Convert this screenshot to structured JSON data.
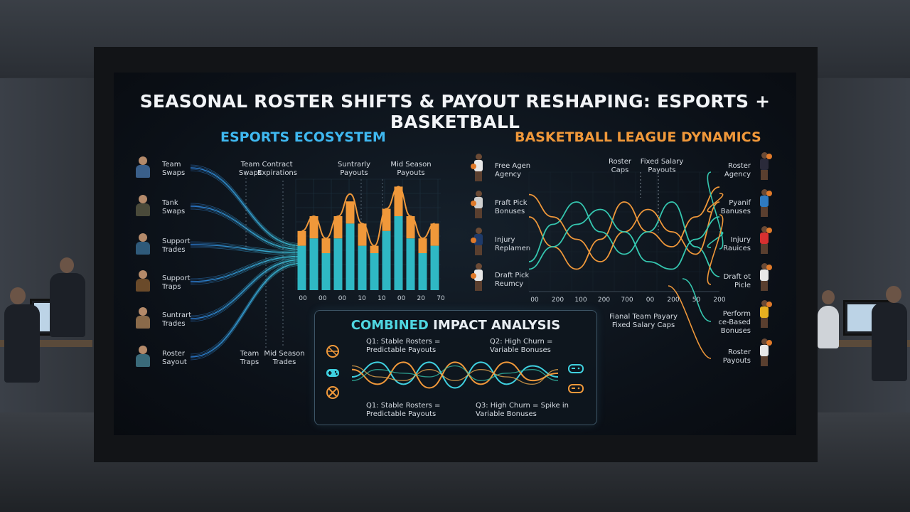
{
  "title": "SEASONAL ROSTER SHIFTS & PAYOUT RESHAPING: ESPORTS + BASKETBALL",
  "colors": {
    "cyan": "#3fd0e0",
    "blue": "#2f86e8",
    "orange": "#f0983a",
    "teal": "#35c7b0"
  },
  "esports": {
    "heading": "ESPORTS ECOSYSTEM",
    "left_labels": [
      "Team\nSwaps",
      "Tank\nSwaps",
      "Support\nTrades",
      "Support\nTraps",
      "Suntrart\nTrades",
      "Roster\nSayout"
    ],
    "top_labels": [
      "Team\nSwaps",
      "Contract\nExpirations",
      "Suntrarly\nPayouts",
      "Mid Season\nPayouts"
    ],
    "bottom_labels": [
      "Team\nTraps",
      "Mid Season\nTrades"
    ]
  },
  "basketball": {
    "heading": "BASKETBALL LEAGUE DYNAMICS",
    "left_labels": [
      "Free Agen\nAgency",
      "Fraft Pick\nBonuses",
      "Injury\nReplamen",
      "Draft Pick\nReumcy"
    ],
    "top_labels": [
      "Roster\nCaps",
      "Fixed Salary\nPayouts"
    ],
    "right_labels": [
      "Roster\nAgency",
      "Pyanif\nBanuses",
      "Injury\nRauices",
      "Draft ot\nPicle",
      "Perform\nce-Based\nBonuses",
      "Roster\nPayouts"
    ],
    "bottom_note": "Fianal Team Payary\nFixed Salary Caps"
  },
  "combined": {
    "heading_accent": "COMBINED",
    "heading_rest": " IMPACT ANALYSIS",
    "notes": [
      "Q1: Stable Rosters =\nPredictable Payouts",
      "Q2: High Churn =\nVariable Bonuses",
      "Q1: Stable Rosters =\nPredictable Payouts",
      "Q3: High Churn = Spike in\nVariable Bonuses"
    ]
  },
  "chart_data": [
    {
      "type": "bar",
      "title": "ESPORTS ECOSYSTEM",
      "categories": [
        "00",
        "00",
        "00",
        "10",
        "10",
        "00",
        "20",
        "70"
      ],
      "x_tick_labels": [
        "00",
        "00",
        "00",
        "10",
        "10",
        "00",
        "20",
        "70"
      ],
      "series": [
        {
          "values": [
            6,
            7,
            5,
            7,
            9,
            6,
            5,
            8,
            10,
            7,
            5,
            6
          ]
        },
        {
          "values": [
            2,
            3,
            2,
            3,
            3,
            3,
            1,
            3,
            4,
            3,
            2,
            3
          ]
        }
      ],
      "overlay_curve": [
        8,
        10,
        7,
        10,
        13,
        9,
        6,
        11,
        14,
        10,
        7,
        9
      ],
      "ylim": [
        0,
        15
      ],
      "grid": true
    },
    {
      "type": "line",
      "title": "BASKETBALL LEAGUE DYNAMICS",
      "x_tick_labels": [
        "00",
        "200",
        "100",
        "200",
        "700",
        "00",
        "200",
        "50",
        "200"
      ],
      "series": [
        {
          "values": [
            5,
            3,
            1.5,
            3.5,
            6,
            4,
            3,
            5,
            7
          ]
        },
        {
          "values": [
            2,
            4.5,
            6,
            4,
            2.5,
            4,
            6,
            3,
            1
          ]
        },
        {
          "values": [
            6.5,
            5,
            3.5,
            2,
            4,
            5.5,
            4,
            2.5,
            6
          ]
        },
        {
          "values": [
            1.5,
            3,
            4.5,
            5.5,
            4,
            2,
            1.5,
            3.5,
            5
          ]
        }
      ],
      "ylim": [
        0,
        8
      ],
      "grid": true
    },
    {
      "type": "line",
      "title": "COMBINED IMPACT ANALYSIS",
      "series": [
        {
          "values": [
            3,
            5,
            2,
            5,
            1.5,
            5,
            2,
            4.5,
            3
          ]
        },
        {
          "values": [
            4,
            2,
            5,
            1.5,
            5,
            2,
            5,
            2.5,
            3.5
          ]
        },
        {
          "values": [
            2.5,
            4,
            3.5,
            3,
            4.5,
            2.5,
            3.5,
            4,
            2.5
          ]
        },
        {
          "values": [
            4.5,
            3,
            2.5,
            4,
            2.5,
            4,
            3,
            2,
            4
          ]
        }
      ],
      "ylim": [
        0,
        6
      ]
    }
  ]
}
